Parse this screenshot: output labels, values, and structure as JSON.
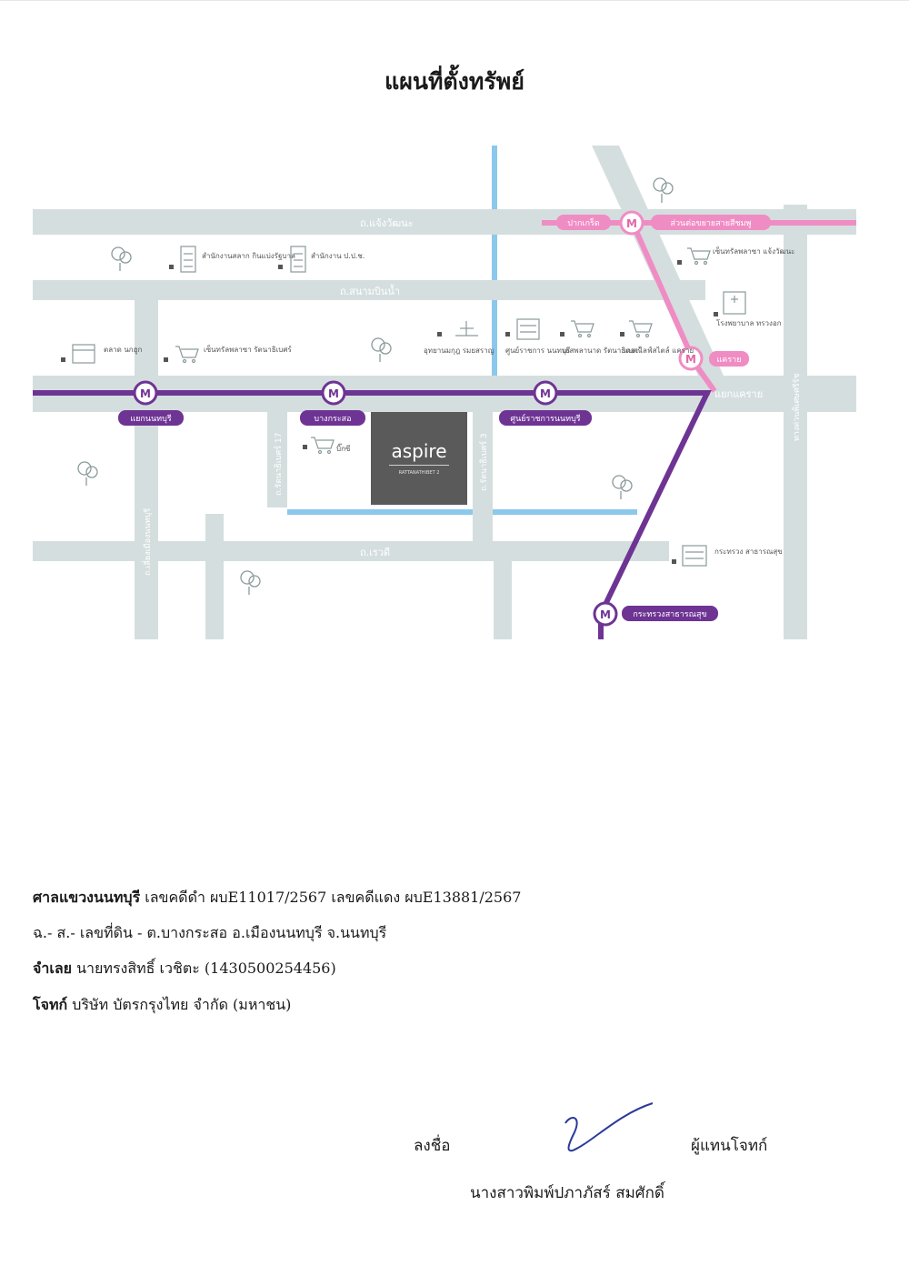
{
  "document": {
    "title": "แผนที่ตั้งทรัพย์"
  },
  "map": {
    "roads": {
      "chaeng_watthana": "ถ.แจ้งวัฒนะ",
      "sanam_bin_nam": "ถ.สนามบินน้ำ",
      "rattanathibet_17": "ถ.รัตนาธิเบศร์ 17",
      "rattanathibet_3": "ถ.รัตนาธิเบศร์ 3",
      "chiang_mueang": "ถ.เลี่ยงเมืองนนทบุรี",
      "ratchawadi": "ถ.เรวดี",
      "expressway": "ทางด่วนพิเศษศรีรัช"
    },
    "stations": {
      "yaek_nonthaburi": "แยกนนทบุรี",
      "bang_krasor": "บางกระสอ",
      "nonthaburi_civic": "ศูนย์ราชการนนทบุรี",
      "ministry_health": "กระทรวงสาธารณสุข",
      "pak_kret": "ปากเกร็ด",
      "pink_extension": "ส่วนต่อขยายสายสีชมพู",
      "khae_rai": "แคราย",
      "metro_symbol": "M"
    },
    "junction": "แยกแคราย",
    "places": {
      "lottery_office": "สำนักงานสลาก กินแบ่งรัฐบาล",
      "ppo_office": "สำนักงาน ป.ป.ช.",
      "central_chaeng": "เซ็นทรัลพลาซา แจ้งวัฒนะ",
      "hospital": "โรงพยาบาล ทรวงอก",
      "market": "ตลาด นกฮูก",
      "central_rattana": "เซ็นทรัลพลาซา รัตนาธิเบศร์",
      "park": "อุทยานมกุฎ รมยสราญ",
      "civic_center": "ศูนย์ราชการ นนทบุรี",
      "esplanade": "เอสพลานาด รัตนาธิเบศร์",
      "lifestyle": "เดอะไลฟ์สไตล์ แคราย",
      "big_c": "บิ๊กซี",
      "ministry": "กระทรวง สาธารณสุข"
    },
    "project": {
      "logo": "aspire",
      "sub": "RATTANATHIBET 2"
    },
    "colors": {
      "road": "#d5dede",
      "purple_line": "#6e3494",
      "pink_line": "#f08cc4",
      "canal": "#8cc8ec",
      "logo_box": "#5a5a5a"
    }
  },
  "case": {
    "court": "ศาลแขวงนนทบุรี",
    "case_line": "เลขคดีดำ ผบE11017/2567  เลขคดีแดง  ผบE13881/2567",
    "land_line": "ฉ.- ส.- เลขที่ดิน - ต.บางกระสอ อ.เมืองนนทบุรี จ.นนทบุรี",
    "defendant_label": "จำเลย",
    "defendant": " นายทรงสิทธิ์ เวชิตะ (1430500254456)",
    "plaintiff_label": "โจทก์",
    "plaintiff": " บริษัท บัตรกรุงไทย จำกัด (มหาชน)"
  },
  "signature": {
    "sign_label": "ลงชื่อ",
    "role": "ผู้แทนโจทก์",
    "name": "นางสาวพิมพ์ปภาภัสร์  สมศักดิ์"
  }
}
